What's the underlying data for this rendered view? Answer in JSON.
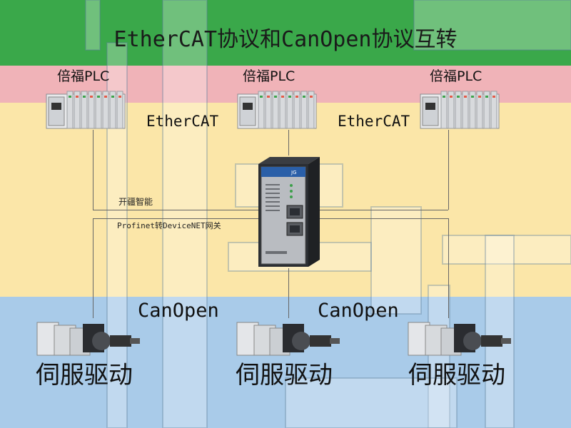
{
  "title": "EtherCAT协议和CanOpen协议互转",
  "plcs": [
    {
      "label": "倍福PLC"
    },
    {
      "label": "倍福PLC"
    },
    {
      "label": "倍福PLC"
    }
  ],
  "protocols": {
    "top_left": "EtherCAT",
    "top_right": "EtherCAT",
    "bottom_left": "CanOpen",
    "bottom_right": "CanOpen"
  },
  "gateway": {
    "brand": "开疆智能",
    "product": "Profinet转DeviceNET网关"
  },
  "servos": [
    {
      "label": "伺服驱动"
    },
    {
      "label": "伺服驱动"
    },
    {
      "label": "伺服驱动"
    }
  ],
  "colors": {
    "band_green": "#3aa84a",
    "band_pink": "#f0b3b8",
    "band_yellow": "#fbe6a8",
    "band_blue": "#a9cbe9"
  },
  "icons": {
    "plc": "plc-module-icon",
    "gateway": "gateway-device-icon",
    "servo": "servo-drive-icon"
  }
}
